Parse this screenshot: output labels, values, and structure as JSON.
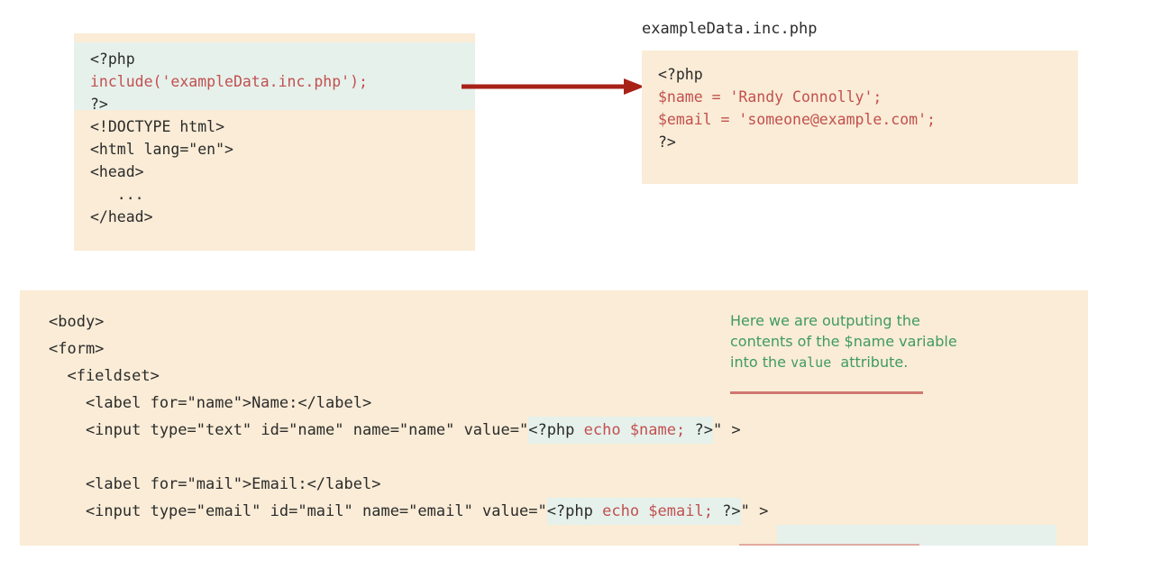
{
  "colors": {
    "page_background": "#ffffff",
    "code_background": "#faecd6",
    "php_highlight": "#e6f1ec",
    "code_text": "#2b2b2b",
    "php_token_red": "#c2504f",
    "annotation_green": "#3f9a62",
    "arrow_red": "#a82117",
    "underline_red": "#c2504f"
  },
  "include_block": {
    "name": "include-code-block",
    "highlight_lines": [
      {
        "segments": [
          {
            "text": "<?php",
            "style": "dark"
          }
        ]
      },
      {
        "segments": [
          {
            "text": "include('exampleData.inc.php');",
            "style": "red"
          }
        ]
      },
      {
        "segments": [
          {
            "text": "?>",
            "style": "dark"
          }
        ]
      }
    ],
    "plain_lines": [
      {
        "segments": [
          {
            "text": "<!DOCTYPE html>",
            "style": "dark"
          }
        ]
      },
      {
        "segments": [
          {
            "text": "<html lang=\"en\">",
            "style": "dark"
          }
        ]
      },
      {
        "segments": [
          {
            "text": "<head>",
            "style": "dark"
          }
        ]
      },
      {
        "segments": [
          {
            "text": "   ...",
            "style": "dark"
          }
        ]
      },
      {
        "segments": [
          {
            "text": "</head>",
            "style": "dark"
          }
        ]
      }
    ]
  },
  "included_file": {
    "name": "included-file-block",
    "filename_caption": "exampleData.inc.php",
    "lines": [
      {
        "segments": [
          {
            "text": "<?php",
            "style": "dark"
          }
        ]
      },
      {
        "segments": [
          {
            "text": "$name = 'Randy Connolly';",
            "style": "red"
          }
        ]
      },
      {
        "segments": [
          {
            "text": "$email = 'someone@example.com';",
            "style": "red"
          }
        ]
      },
      {
        "segments": [
          {
            "text": "?>",
            "style": "dark"
          }
        ]
      }
    ]
  },
  "arrow": {
    "name": "include-arrow",
    "direction": "right",
    "label": "include-arrow"
  },
  "form_block": {
    "name": "form-code-block",
    "lines": [
      {
        "text": "<body>"
      },
      {
        "text": "<form>"
      },
      {
        "text": "  <fieldset>"
      },
      {
        "text": "    <label for=\"name\">Name:</label>"
      },
      {
        "text": "    <input type=\"text\" id=\"name\" name=\"name\" value=\"",
        "php": "<?php echo $name; ?>",
        "tail": "\" >"
      },
      {
        "text": ""
      },
      {
        "text": "    <label for=\"mail\">Email:</label>"
      },
      {
        "text": "    <input type=\"email\" id=\"mail\" name=\"email\" value=\"",
        "php": "<?php echo $email; ?>",
        "tail": "\" >"
      }
    ],
    "php_snippet_name": "<?php echo $name; ?>",
    "php_snippet_email": "<?php echo $email; ?>"
  },
  "annotation": {
    "name": "value-attribute-annotation",
    "line1": "Here we are outputing the",
    "line2": "contents of the $name variable",
    "line3_prefix": "into the ",
    "line3_mono": "value",
    "line3_suffix": "  attribute."
  }
}
